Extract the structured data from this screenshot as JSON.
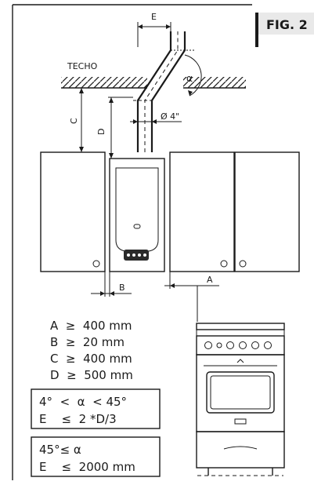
{
  "figure": {
    "fig_label": "FIG. 2",
    "ceiling_label": "TECHO",
    "dim_labels": {
      "E": "E",
      "alpha": "α",
      "diameter": "Ø 4\"",
      "C": "C",
      "D": "D",
      "B": "B",
      "A": "A"
    },
    "specs": [
      "A  ≥  400 mm",
      "B  ≥  20 mm",
      "C  ≥  400 mm",
      "D  ≥  500 mm"
    ],
    "condition_box_1": [
      "4°  <  α  < 45°",
      "E    ≤  2 *D/3"
    ],
    "condition_box_2": [
      "45°≤ α",
      "E    ≤  2000 mm"
    ]
  }
}
